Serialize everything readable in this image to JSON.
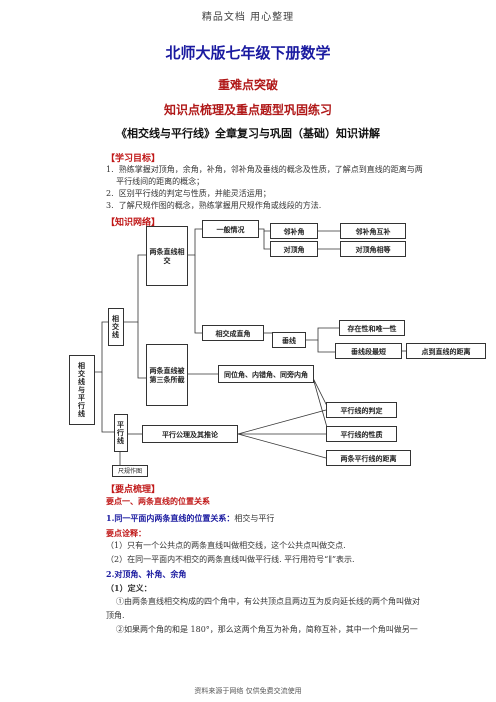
{
  "header": "精品文档 用心整理",
  "title": "北师大版七年级下册数学",
  "subtitle1": "重难点突破",
  "subtitle2": "知识点梳理及重点题型巩固练习",
  "chapter_title": "《相交线与平行线》全章复习与巩固（基础）知识讲解",
  "goals": {
    "heading": "【学习目标】",
    "items": [
      "1.  熟练掌握对顶角，余角，补角，邻补角及垂线的概念及性质，了解点到直线的距离与两",
      "    平行线间的距离的概念；",
      "2.  区别平行线的判定与性质，并能灵活运用；",
      "3.  了解尺规作图的概念，熟练掌握用尺规作角或线段的方法."
    ]
  },
  "network": {
    "heading": "【知识网络】",
    "root": "相交线与平行线",
    "intersect": "相交线",
    "two_lines": "两条直线相交",
    "third_line": "两条直线被第三条所截",
    "general": "一般情况",
    "adjacent": "邻补角",
    "adjacent_comp": "邻补角互补",
    "vertical": "对顶角",
    "vertical_eq": "对顶角相等",
    "perp_intersect": "相交成直角",
    "perp": "垂线",
    "unique": "存在性和唯一性",
    "shortest": "垂线段最短",
    "dist_point": "点到直线的距离",
    "angles": "同位角、内错角、同旁内角",
    "parallel": "平行线",
    "axiom": "平行公理及其推论",
    "judge": "平行线的判定",
    "property": "平行线的性质",
    "dist_parallel": "两条平行线的距离",
    "construct": "尺规作图"
  },
  "summary": {
    "heading": "【要点梳理】",
    "point1": "要点一、两条直线的位置关系",
    "sub1_title": "1.同一平面内两条直线的位置关系：",
    "sub1_value": "相交与平行",
    "note_title": "要点诠释：",
    "note1": "（1）只有一个公共点的两条直线叫做相交线，这个公共点叫做交点.",
    "note2": "（2）在同一平面内不相交的两条直线叫做平行线. 平行用符号“∥”表示.",
    "sub2_title": "2.对顶角、补角、余角",
    "def_title": "（1）定义：",
    "def1": "①由两条直线相交构成的四个角中，有公共顶点且两边互为反向延长线的两个角叫做对",
    "def1b": "顶角.",
    "def2": "②如果两个角的和是  180°，那么这两个角互为补角，简称互补，其中一个角叫做另一"
  },
  "footer": "资料来源于网络 仅供免费交流使用"
}
